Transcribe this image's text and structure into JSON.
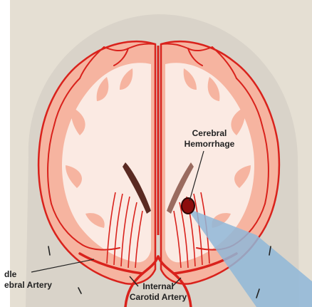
{
  "colors": {
    "page_background": "#ffffff",
    "head_backdrop": "#e5dfd3",
    "skull": "#d9d3c9",
    "cortex": "#f6b4a0",
    "white_matter": "#fbeae3",
    "vessel_red": "#d9221c",
    "hemorrhage_dark": "#8c0d0d",
    "ventricle_dark": "#5a2a22",
    "highlight_blue": "#8fb7d8"
  },
  "labels": {
    "cerebral_hemorrhage": [
      "Cerebral",
      "Hemorrhage"
    ],
    "middle_cerebral_artery": [
      "dle",
      "ebral Artery"
    ],
    "internal_carotid_artery": [
      "Internal",
      "Carotid Artery"
    ]
  }
}
